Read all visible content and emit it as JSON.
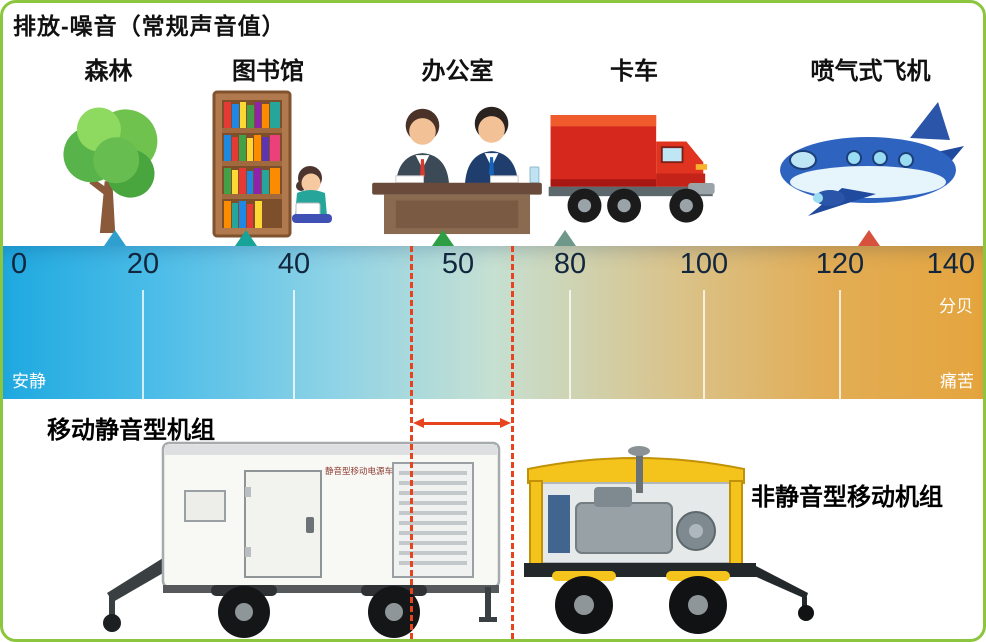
{
  "title": "排放-噪音（常规声音值）",
  "frame_border_color": "#8cc63f",
  "categories": [
    {
      "label": "森林",
      "icon": "tree-icon",
      "marker_color": "#2f9fd0",
      "approx_db": 15
    },
    {
      "label": "图书馆",
      "icon": "library-icon",
      "marker_color": "#17a398",
      "approx_db": 35
    },
    {
      "label": "办公室",
      "icon": "office-icon",
      "marker_color": "#2e9e45",
      "approx_db": 55
    },
    {
      "label": "卡车",
      "icon": "truck-icon",
      "marker_color": "#6f988a",
      "approx_db": 80
    },
    {
      "label": "喷气式飞机",
      "icon": "jet-icon",
      "marker_color": "#d6523c",
      "approx_db": 125
    }
  ],
  "scale": {
    "tick_labels": [
      "0",
      "20",
      "40",
      "50",
      "80",
      "100",
      "120",
      "140"
    ],
    "unit": "分贝",
    "left_end_label": "安静",
    "right_end_label": "痛苦",
    "min": 0,
    "max": 140,
    "gradient_colors": [
      "#1fa9e0",
      "#8fd3e6",
      "#d9c48d",
      "#e5a53e"
    ]
  },
  "range_indicator": {
    "color": "#e8431f"
  },
  "generators": [
    {
      "label": "移动静音型机组",
      "nameplate": "静音型移动电源车"
    },
    {
      "label": "非静音型移动机组"
    }
  ]
}
